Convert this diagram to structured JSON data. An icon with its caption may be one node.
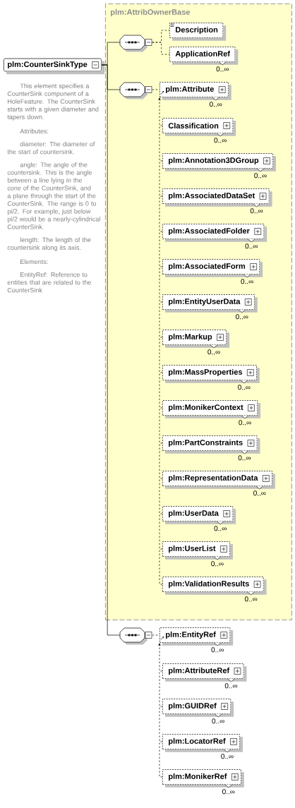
{
  "diagram": {
    "nodes": [
      {
        "text": [
          "plm:CounterSinkType"
        ],
        "beside": [
          "This element specifies a CounterSink component of a HoleFeature. The CounterSink starts with a given diameter and tapers down.",
          "Attributes:",
          "diameter: The diameter of the start of countersink.",
          "angle: The angle of the countersink. This is the angle between a line lying in the cone of the CounterSink, and a plane through the start of the CounterSink. The range is 0 to pi/2. For example, just below pi/2 would be a nearly-cylindrical CounterSink.",
          "length: The length of the countersink along its axis.",
          "Elements:",
          "EntityRef: Reference to entities that are related to the CounterSink"
        ]
      },
      {
        "text": [
          "plm:AttribOwnerBase"
        ]
      },
      {
        "text": [],
        "shape": "octagon",
        "in": 1
      },
      {
        "text": [
          "Description"
        ],
        "in": 1
      },
      {
        "text": [
          "ApplicationRef"
        ],
        "beside": [
          "0..∞"
        ],
        "in": 1
      },
      {
        "text": [],
        "shape": "octagon",
        "in": 1
      },
      {
        "text": [
          "plm:Attribute"
        ],
        "beside": [
          "0..∞"
        ],
        "in": 1
      },
      {
        "text": [
          "Classification"
        ],
        "beside": [
          "0..∞"
        ],
        "in": 1
      },
      {
        "text": [
          "plm:Annotation3DGroup"
        ],
        "beside": [
          "0..∞"
        ],
        "in": 1
      },
      {
        "text": [
          "plm:AssociatedDataSet"
        ],
        "beside": [
          "0..∞"
        ],
        "in": 1
      },
      {
        "text": [
          "plm:AssociatedFolder"
        ],
        "beside": [
          "0..∞"
        ],
        "in": 1
      },
      {
        "text": [
          "plm:AssociatedForm"
        ],
        "beside": [
          "0..∞"
        ],
        "in": 1
      },
      {
        "text": [
          "plm:EntityUserData"
        ],
        "beside": [
          "0..∞"
        ],
        "in": 1
      },
      {
        "text": [
          "plm:Markup"
        ],
        "beside": [
          "0..∞"
        ],
        "in": 1
      },
      {
        "text": [
          "plm:MassProperties"
        ],
        "beside": [
          "0..∞"
        ],
        "in": 1
      },
      {
        "text": [
          "plm:MonikerContext"
        ],
        "beside": [
          "0..∞"
        ],
        "in": 1
      },
      {
        "text": [
          "plm:PartConstraints"
        ],
        "beside": [
          "0..∞"
        ],
        "in": 1
      },
      {
        "text": [
          "plm:RepresentationData"
        ],
        "beside": [
          "0..∞"
        ],
        "in": 1
      },
      {
        "text": [
          "plm:UserData"
        ],
        "beside": [
          "0..∞"
        ],
        "in": 1
      },
      {
        "text": [
          "plm:UserList"
        ],
        "beside": [
          "0..∞"
        ],
        "in": 1
      },
      {
        "text": [
          "plm:ValidationResults"
        ],
        "beside": [
          "0..∞"
        ],
        "in": 1
      },
      {
        "text": [],
        "shape": "octagon"
      },
      {
        "text": [
          "plm:EntityRef"
        ],
        "beside": [
          "0..∞"
        ]
      },
      {
        "text": [
          "plm:AttributeRef"
        ],
        "beside": [
          "0..∞"
        ]
      },
      {
        "text": [
          "plm:GUIDRef"
        ],
        "beside": [
          "0..∞"
        ]
      },
      {
        "text": [
          "plm:LocatorRef"
        ],
        "beside": [
          "0..∞"
        ]
      },
      {
        "text": [
          "plm:MonikerRef"
        ],
        "beside": [
          "0..∞"
        ]
      }
    ],
    "edges": [
      {
        "from": 0,
        "to": 2,
        "arrow": "none"
      },
      {
        "from": 0,
        "to": 5,
        "arrow": "none"
      },
      {
        "from": 0,
        "to": 21,
        "arrow": "none"
      },
      {
        "from": 2,
        "to": 3,
        "arrow": "none",
        "style": "dashed"
      },
      {
        "from": 2,
        "to": 4,
        "arrow": "none",
        "style": "dashed"
      },
      {
        "from": 5,
        "to": 6,
        "arrow": "none",
        "style": "dashed"
      },
      {
        "from": 7,
        "to": 6,
        "arrow": "to",
        "style": "dashed"
      },
      {
        "from": 8,
        "to": 6,
        "arrow": "to",
        "style": "dashed"
      },
      {
        "from": 9,
        "to": 6,
        "arrow": "to",
        "style": "dashed"
      },
      {
        "from": 10,
        "to": 6,
        "arrow": "to",
        "style": "dashed"
      },
      {
        "from": 11,
        "to": 6,
        "arrow": "to",
        "style": "dashed"
      },
      {
        "from": 12,
        "to": 6,
        "arrow": "to",
        "style": "dashed"
      },
      {
        "from": 13,
        "to": 6,
        "arrow": "to",
        "style": "dashed"
      },
      {
        "from": 14,
        "to": 6,
        "arrow": "to",
        "style": "dashed"
      },
      {
        "from": 15,
        "to": 6,
        "arrow": "to",
        "style": "dashed"
      },
      {
        "from": 16,
        "to": 6,
        "arrow": "to",
        "style": "dashed"
      },
      {
        "from": 17,
        "to": 6,
        "arrow": "to",
        "style": "dashed"
      },
      {
        "from": 18,
        "to": 6,
        "arrow": "to",
        "style": "dashed"
      },
      {
        "from": 19,
        "to": 6,
        "arrow": "to",
        "style": "dashed"
      },
      {
        "from": 20,
        "to": 6,
        "arrow": "to",
        "style": "dashed"
      },
      {
        "from": 21,
        "to": 22,
        "arrow": "none",
        "style": "dashed"
      },
      {
        "from": 23,
        "to": 22,
        "arrow": "to",
        "style": "dashed"
      },
      {
        "from": 24,
        "to": 22,
        "arrow": "to",
        "style": "dashed"
      },
      {
        "from": 25,
        "to": 22,
        "arrow": "to",
        "style": "dashed"
      },
      {
        "from": 26,
        "to": 22,
        "arrow": "to",
        "style": "dashed"
      }
    ]
  }
}
